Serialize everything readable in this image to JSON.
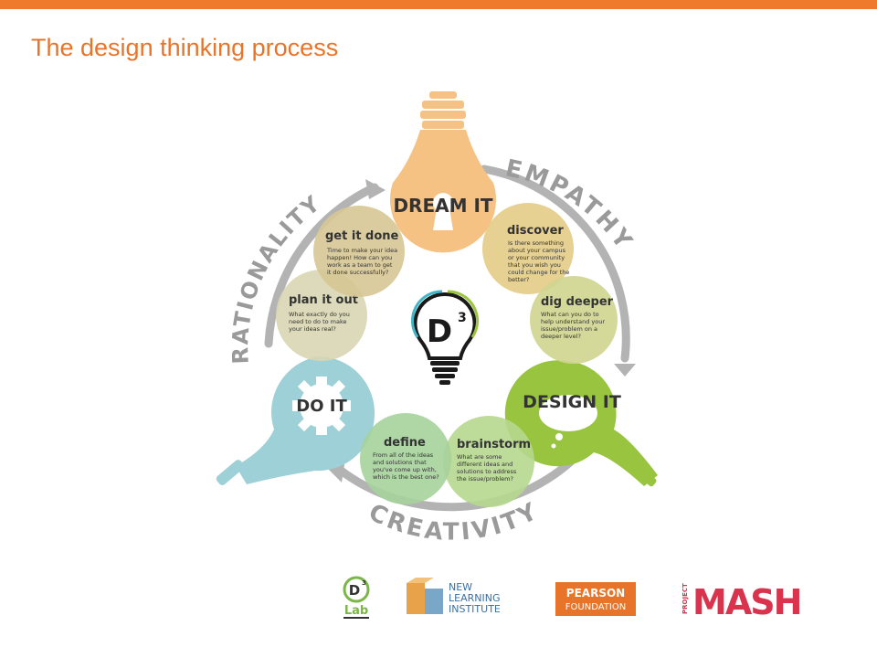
{
  "slide": {
    "title": "The design thinking process"
  },
  "diagram": {
    "center_logo": "D",
    "center_logo_sup": "3",
    "arc_labels": {
      "empathy": "EMPATHY",
      "creativity": "CREATIVITY",
      "rationality": "RATIONALITY"
    },
    "bulbs": {
      "dream": "DREAM IT",
      "design": "DESIGN IT",
      "do": "DO IT"
    },
    "steps": {
      "discover": {
        "title": "discover",
        "lines": [
          "Is there something",
          "about your campus",
          "or your community",
          "that you wish you",
          "could change for the",
          "better?"
        ]
      },
      "dig_deeper": {
        "title": "dig deeper",
        "lines": [
          "What can you do to",
          "help understand your",
          "issue/problem on a",
          "deeper level?"
        ]
      },
      "brainstorm": {
        "title": "brainstorm",
        "lines": [
          "What are some",
          "different ideas and",
          "solutions to address",
          "the issue/problem?"
        ]
      },
      "define": {
        "title": "define",
        "lines": [
          "From all of the ideas",
          "and solutions that",
          "you've come up with,",
          "which is the best one?"
        ]
      },
      "plan_it_out": {
        "title": "plan it out",
        "lines": [
          "What exactly do you",
          "need to do to make",
          "your ideas real?"
        ]
      },
      "get_it_done": {
        "title": "get it done",
        "lines": [
          "Time to make your idea",
          "happen! How can you",
          "work as a team to get",
          "it done successfully?"
        ]
      }
    },
    "colors": {
      "dream": "#f5c284",
      "design": "#99c440",
      "do": "#9dd0d7",
      "discover": "#e3cc86",
      "dig_deeper": "#cfd58f",
      "brainstorm": "#b6d78e",
      "define": "#a6d29b",
      "plan_it_out": "#d8d6b3",
      "get_it_done": "#d6c793",
      "arc": "#b3b3b3"
    }
  },
  "footer_logos": {
    "d3lab": {
      "mark": "D",
      "sup": "3",
      "word": "Lab"
    },
    "nli": {
      "line1": "NEW",
      "line2": "LEARNING",
      "line3": "INSTITUTE"
    },
    "pearson": {
      "line1": "PEARSON",
      "line2": "FOUNDATION"
    },
    "mash": {
      "word": "MASH",
      "tag": "PROJECT"
    }
  }
}
